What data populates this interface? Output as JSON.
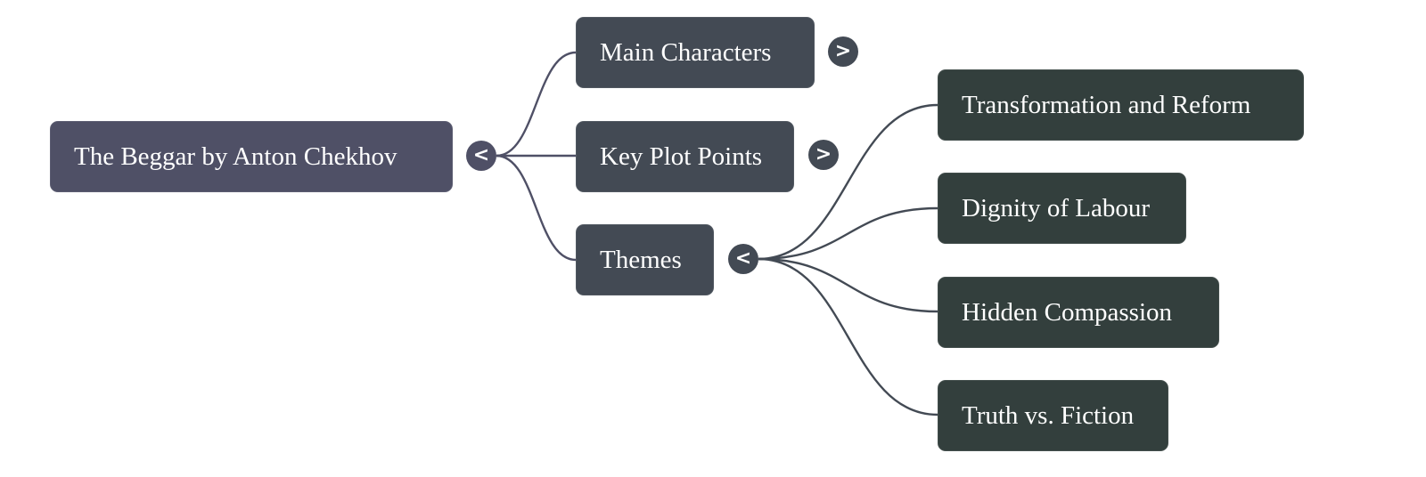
{
  "mindmap": {
    "root": {
      "label": "The Beggar by Anton Chekhov",
      "toggle": "<",
      "expanded": true,
      "color": "#4f5066"
    },
    "children": [
      {
        "label": "Main Characters",
        "toggle": ">",
        "expanded": false,
        "color": "#434a54"
      },
      {
        "label": "Key Plot Points",
        "toggle": ">",
        "expanded": false,
        "color": "#434a54"
      },
      {
        "label": "Themes",
        "toggle": "<",
        "expanded": true,
        "color": "#434a54",
        "children": [
          {
            "label": "Transformation and Reform",
            "color": "#333f3d"
          },
          {
            "label": "Dignity of Labour",
            "color": "#333f3d"
          },
          {
            "label": "Hidden Compassion",
            "color": "#333f3d"
          },
          {
            "label": "Truth vs. Fiction",
            "color": "#333f3d"
          }
        ]
      }
    ],
    "edge_colors": {
      "root": "#4f5066",
      "themes": "#434a54"
    }
  }
}
